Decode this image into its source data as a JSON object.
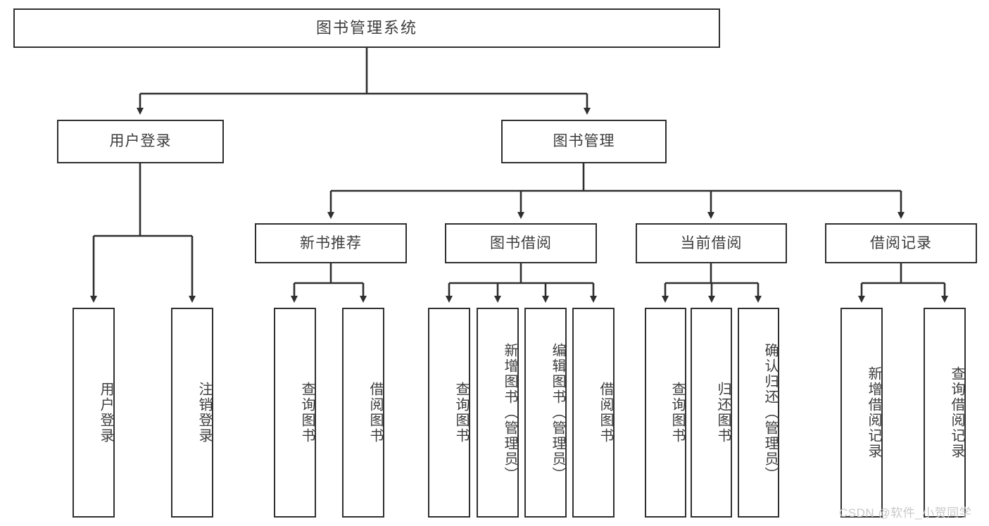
{
  "diagram": {
    "title": "图书管理系统",
    "watermark": "CSDN @软件_小贺同学",
    "theme": {
      "box_border": "#2f2f2f",
      "box_fill": "#ffffff",
      "line": "#2f2f2f",
      "text": "#3d3d3d",
      "watermark_color": "#c9c9c9",
      "background": "#ffffff"
    },
    "root": {
      "label": "图书管理系统"
    },
    "level1": [
      {
        "label": "用户登录"
      },
      {
        "label": "图书管理"
      }
    ],
    "level2": [
      {
        "label": "新书推荐"
      },
      {
        "label": "图书借阅"
      },
      {
        "label": "当前借阅"
      },
      {
        "label": "借阅记录"
      }
    ],
    "leaves": {
      "user_login": [
        {
          "label": "用户登录"
        },
        {
          "label": "注销登录"
        }
      ],
      "new_book": [
        {
          "label": "查询图书"
        },
        {
          "label": "借阅图书"
        }
      ],
      "book_borrow": [
        {
          "label": "查询图书"
        },
        {
          "label": "新增图书（管理员）"
        },
        {
          "label": "编辑图书（管理员）"
        },
        {
          "label": "借阅图书"
        }
      ],
      "current_borrow": [
        {
          "label": "查询图书"
        },
        {
          "label": "归还图书"
        },
        {
          "label": "确认归还（管理员）"
        }
      ],
      "borrow_record": [
        {
          "label": "新增借阅记录"
        },
        {
          "label": "查询借阅记录"
        }
      ]
    }
  }
}
